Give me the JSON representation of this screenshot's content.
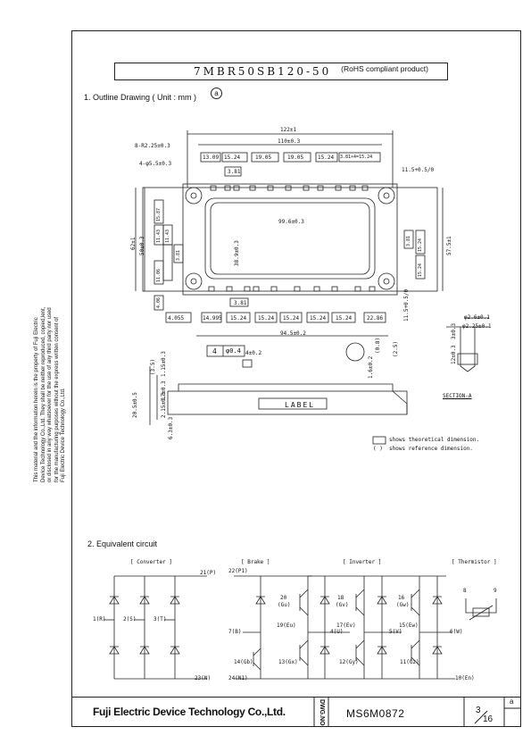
{
  "header": {
    "part_number": "7MBR50SB120-50",
    "note": "(RoHS compliant product)"
  },
  "sections": {
    "outline": "1. Outline Drawing ( Unit : mm )",
    "outline_mark": "a",
    "equivalent": "2. Equivalent circuit"
  },
  "side_note": "This material and the information herein is the property of Fuji Electric\nDevice Technology Co.,Ltd. They shall be neither reproduced, copied,lent,\nor disclosed in any way whatsoever for the use of any third party nor used\nfor the manufacturing purposes without the express written consent of\nFuji Electric Device Technology Co.,Ltd.",
  "drawing": {
    "overall_width": "122±1",
    "inner_width": "110±0.3",
    "hole_radius": "8-R2.25±0.3",
    "hole_dia": "4-φ5.5±0.3",
    "dim_row_top": [
      "13.09",
      "15.24",
      "19.05",
      "19.05",
      "15.24",
      "3.81×4=15.24"
    ],
    "dim_3_81_top": "3.81",
    "edge_dim": "11.5+0.5/0",
    "center_width": "99.6±0.3",
    "center_height": "38.9±0.3",
    "height_total": "62±1",
    "height_inner": "50±0.3",
    "left_dims": [
      "11.43",
      "15.87",
      "11.43",
      "3.81",
      "11.06"
    ],
    "right_dims": [
      "3.81",
      "15.24",
      "15.24",
      "57.5±1"
    ],
    "dim_row_bottom": [
      "4.055",
      "14.995",
      "15.24",
      "15.24",
      "15.24",
      "15.24",
      "15.24",
      "22.86"
    ],
    "dim_3_81_bottom": "3.81",
    "dim_4_06": "4.06",
    "bottom_right": "11.5+0.5/0",
    "length_945": "94.5±0.2",
    "tolerance": "φ0.4",
    "datum": "4",
    "label": "LABEL",
    "section_a": "SECTION-A",
    "pin_dims": [
      "φ2.6±0.1",
      "φ2.25±0.1",
      "3±0.3",
      "12±0.3"
    ],
    "side_dims": [
      "(3.5)",
      "1.15±0.3",
      "17±0.3",
      "2.15±0.3",
      "20.5±0.5",
      "6.3±0.3",
      "4±0.2",
      "(0.8)",
      "(2.5)",
      "1.6±0.2"
    ],
    "legend_theoretical": "shows theoretical dimension.",
    "legend_reference": "shows reference dimension.",
    "legend_bracket": "(    )"
  },
  "circuit": {
    "groups": [
      "[ Converter ]",
      "[ Brake ]",
      "[ Inverter ]",
      "[ Thermistor ]"
    ],
    "pins": {
      "p21": "21(P)",
      "p22": "22(P1)",
      "p1": "1(R)",
      "p2": "2(S)",
      "p3": "3(T)",
      "p7": "7(B)",
      "p14": "14(Gb)",
      "p24": "24(N1)",
      "p23": "23(N)",
      "p20": "20",
      "p20s": "(Gu)",
      "p19": "19(Eu)",
      "p4": "4(U)",
      "p13": "13(Gx)",
      "p18": "18",
      "p18s": "(Gv)",
      "p17": "17(Ev)",
      "p5": "5(V)",
      "p12": "12(Gy)",
      "p16": "16",
      "p16s": "(Gw)",
      "p15": "15(Ew)",
      "p6": "6(W)",
      "p11": "11(Gz)",
      "p10": "10(En)",
      "p8": "8",
      "p9": "9"
    }
  },
  "footer": {
    "company": "Fuji Electric Device Technology Co.,Ltd.",
    "dwg_label": "DWG.NO.",
    "dwg_no": "MS6M0872",
    "page": "3",
    "total": "16",
    "revision": "a"
  }
}
